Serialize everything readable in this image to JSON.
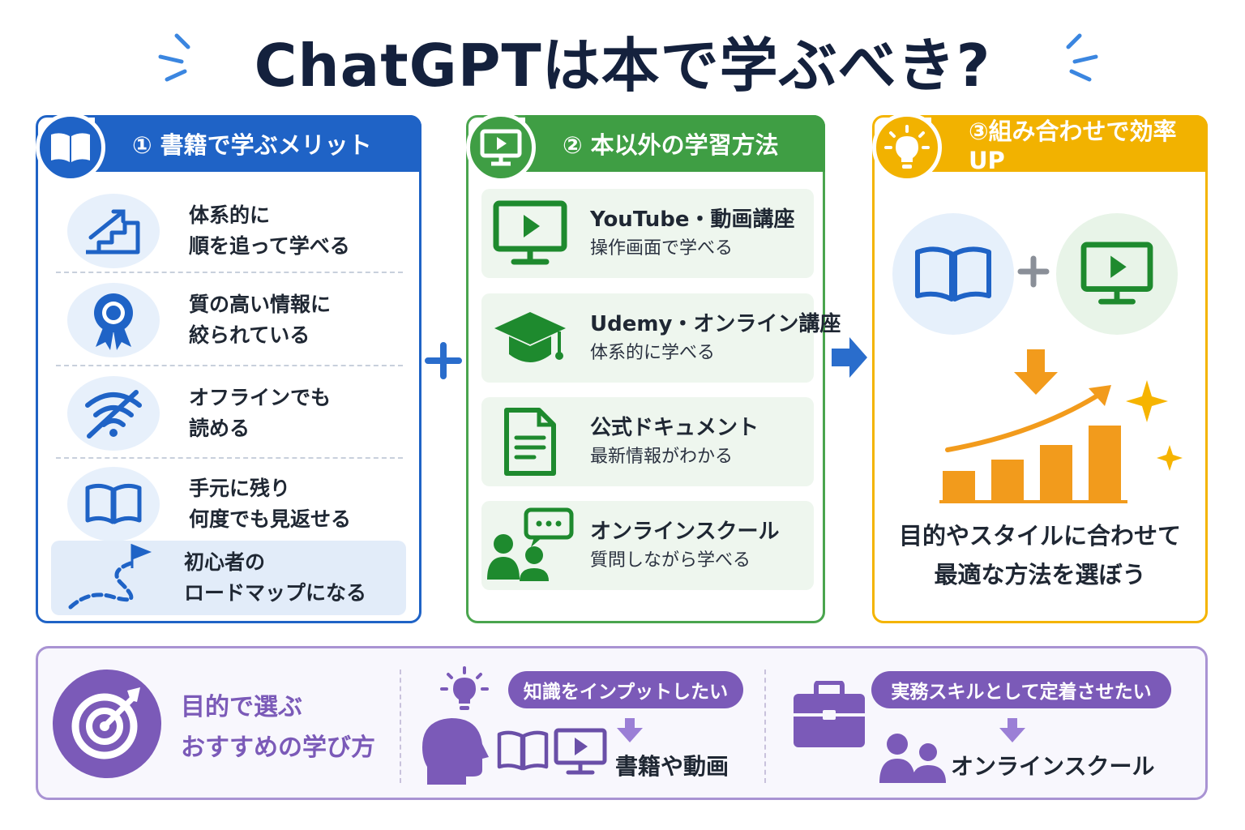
{
  "title": "ChatGPTは本で学ぶべき?",
  "colors": {
    "blue": "#1f63c6",
    "green": "#3f9e44",
    "orange": "#f2b200",
    "purple": "#7b5ab8"
  },
  "merits": {
    "heading": "① 書籍で学ぶメリット",
    "items": [
      {
        "icon": "stairs-arrow-icon",
        "line1": "体系的に",
        "line2": "順を追って学べる"
      },
      {
        "icon": "award-ribbon-icon",
        "line1": "質の高い情報に",
        "line2": "絞られている"
      },
      {
        "icon": "no-wifi-icon",
        "line1": "オフラインでも",
        "line2": "読める"
      },
      {
        "icon": "open-book-icon",
        "line1": "手元に残り",
        "line2": "何度でも見返せる"
      },
      {
        "icon": "roadmap-flag-icon",
        "line1": "初心者の",
        "line2": "ロードマップになる"
      }
    ]
  },
  "other_methods": {
    "heading": "② 本以外の学習方法",
    "items": [
      {
        "icon": "video-monitor-icon",
        "title": "YouTube・動画講座",
        "sub": "操作画面で学べる"
      },
      {
        "icon": "graduation-cap-icon",
        "title": "Udemy・オンライン講座",
        "sub": "体系的に学べる"
      },
      {
        "icon": "document-icon",
        "title": "公式ドキュメント",
        "sub": "最新情報がわかる"
      },
      {
        "icon": "chat-people-icon",
        "title": "オンラインスクール",
        "sub": "質問しながら学べる"
      }
    ]
  },
  "combine": {
    "heading": "③組み合わせで効率UP",
    "message_line1": "目的やスタイルに合わせて",
    "message_line2": "最適な方法を選ぼう"
  },
  "purpose": {
    "label_line1": "目的で選ぶ",
    "label_line2": "おすすめの学び方",
    "case1": {
      "goal": "知識をインプットしたい",
      "answer": "書籍や動画"
    },
    "case2": {
      "goal": "実務スキルとして定着させたい",
      "answer": "オンラインスクール"
    }
  }
}
